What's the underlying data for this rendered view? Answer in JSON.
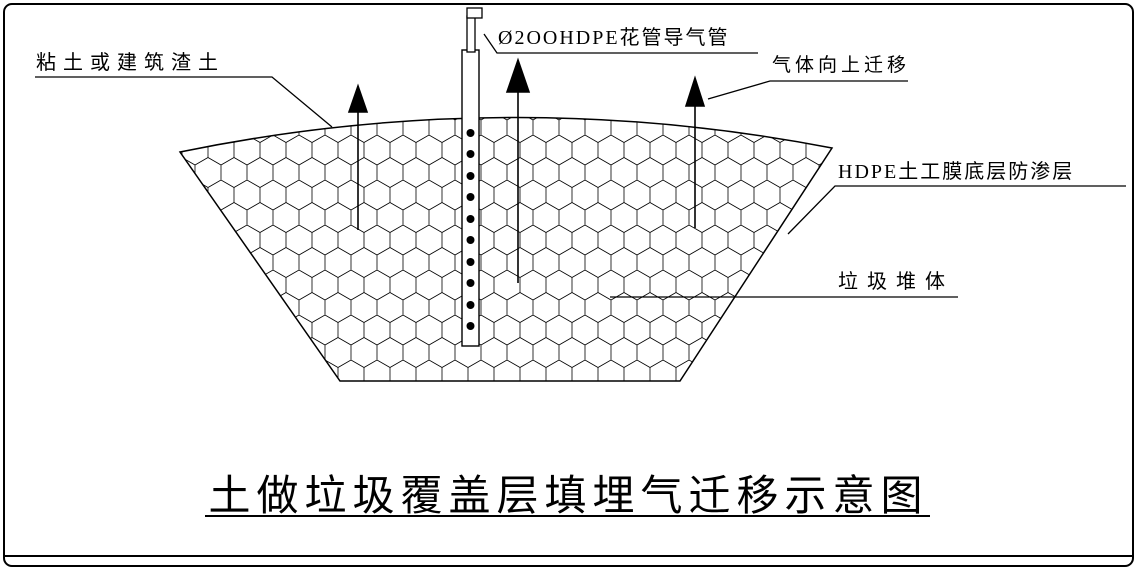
{
  "diagram": {
    "labels": {
      "clay": "粘土或建筑渣土",
      "pipe": "Ø2OOHDPE花管导气管",
      "gas_flow": "气体向上迁移",
      "liner": "HDPE土工膜底层防渗层",
      "waste": "垃圾堆体"
    },
    "title": "土做垃圾覆盖层填埋气迁移示意图",
    "colors": {
      "line": "#000000",
      "background": "#ffffff"
    }
  }
}
